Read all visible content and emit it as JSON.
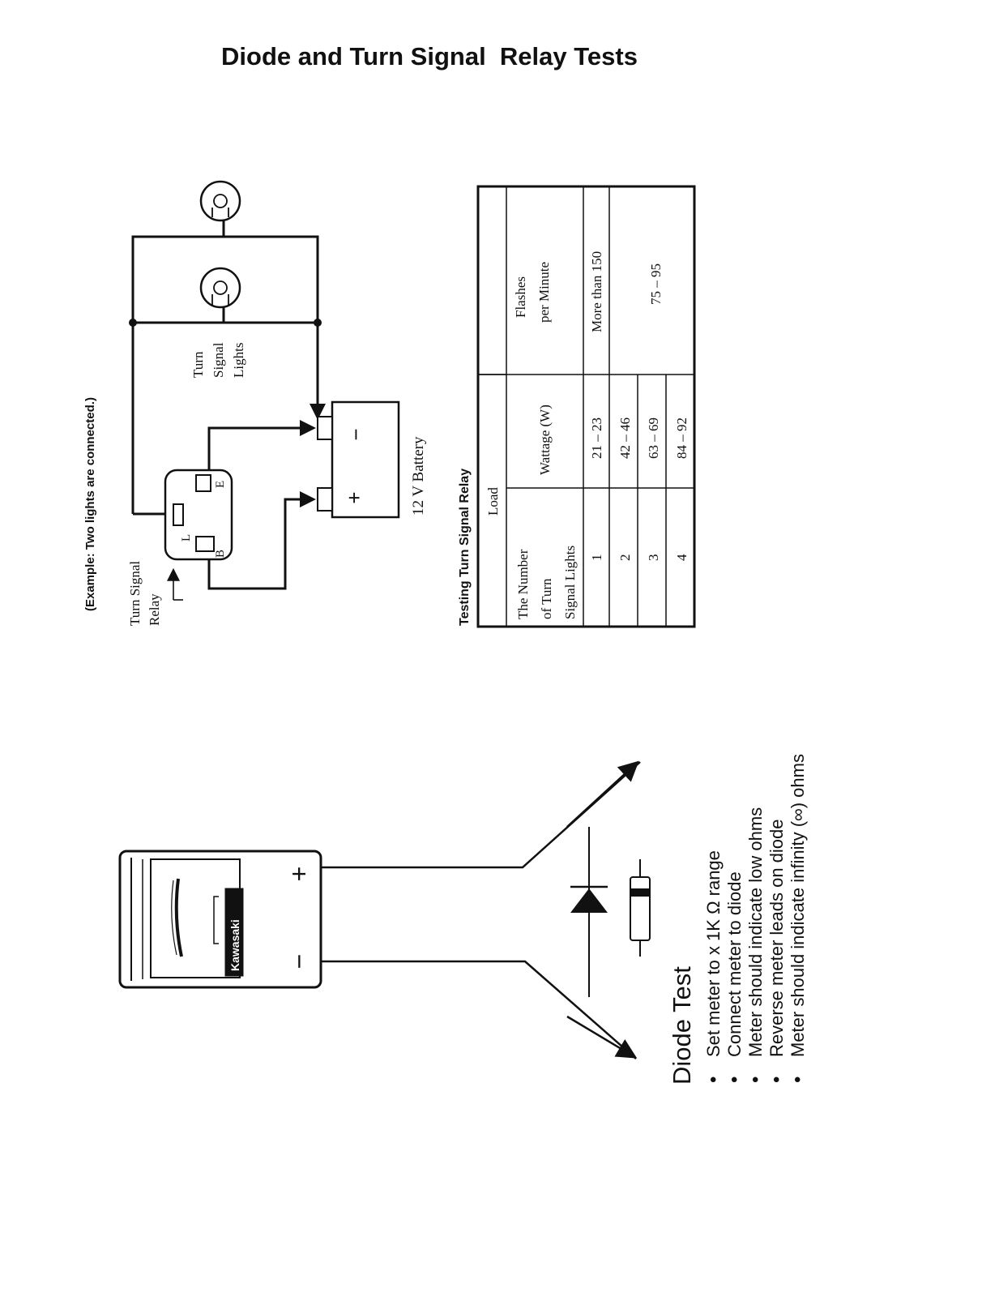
{
  "page": {
    "title": "Diode and Turn Signal  Relay Tests"
  },
  "relay_diagram": {
    "example_note": "(Example: Two lights are connected.)",
    "relay_label": [
      "Turn Signal",
      "Relay"
    ],
    "relay_terminals": {
      "l": "L",
      "b": "B",
      "e": "E"
    },
    "lights_label": [
      "Turn",
      "Signal",
      "Lights"
    ],
    "battery_label": "12 V Battery",
    "battery_minus": "−",
    "battery_plus": "+"
  },
  "relay_table": {
    "caption": "Testing Turn Signal Relay",
    "load_header": "Load",
    "col1_header": [
      "The Number",
      "of Turn",
      "Signal Lights"
    ],
    "col2_header": "Wattage (W)",
    "col3_header": [
      "Flashes",
      "per Minute"
    ],
    "rows": [
      {
        "lights": "1",
        "wattage": "21 – 23",
        "flashes": "More than 150"
      },
      {
        "lights": "2",
        "wattage": "42 – 46",
        "flashes": "75 – 95"
      },
      {
        "lights": "3",
        "wattage": "63 – 69",
        "flashes": ""
      },
      {
        "lights": "4",
        "wattage": "84 – 92",
        "flashes": ""
      }
    ]
  },
  "diode_test": {
    "heading": "Diode Test",
    "meter_brand": "Kawasaki",
    "meter_plus": "+",
    "meter_minus": "−",
    "bullet": "•",
    "steps": [
      "Set meter to x 1K Ω range",
      "Connect meter to diode",
      "Meter should indicate low ohms",
      "Reverse meter leads on diode",
      "Meter should indicate infinity (∞) ohms"
    ]
  }
}
